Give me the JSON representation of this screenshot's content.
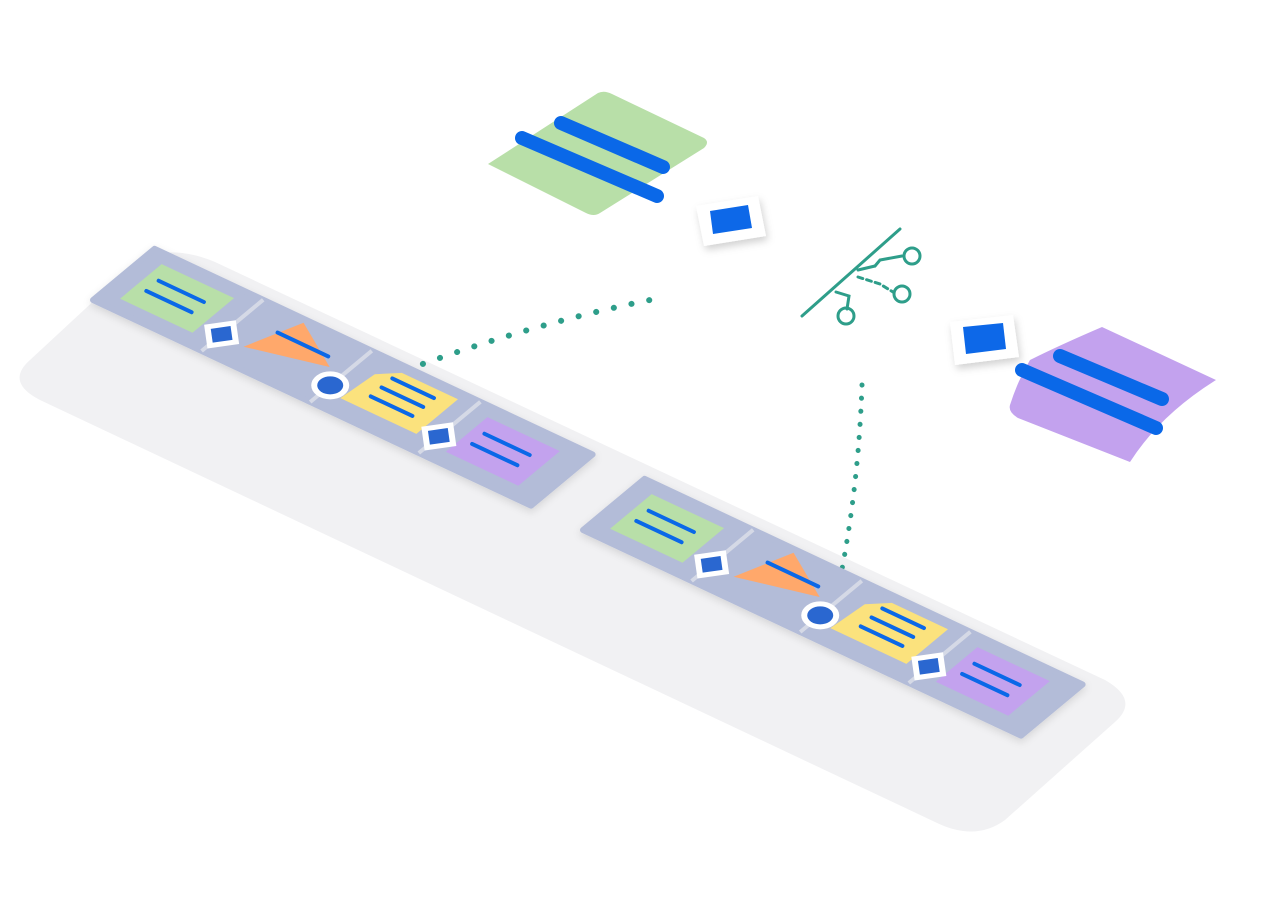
{
  "colors": {
    "background": "#ffffff",
    "platform": "#f1f1f3",
    "tray": "#b3bcd8",
    "tray_divider": "#d5d9e6",
    "accent_blue": "#0a68e8",
    "marker_blue": "#2a67d0",
    "connector": "#2e9e8a",
    "card_green": "#b8dfa8",
    "card_orange": "#ffa86b",
    "card_yellow": "#fbe27d",
    "card_purple": "#c3a2ee"
  },
  "icons": {
    "pipeline_tray": "pipeline-tray",
    "green_card": "sticky-note-green-icon",
    "purple_card": "sticky-note-purple-icon",
    "square_marker": "square-marker-icon",
    "circle_marker": "circle-marker-icon",
    "branch": "git-branch-icon"
  },
  "pipelines": [
    {
      "id": "left",
      "stages": [
        "green-note",
        "orange-triangle",
        "yellow-note",
        "purple-note"
      ],
      "separators": [
        "square",
        "circle",
        "square"
      ]
    },
    {
      "id": "right",
      "stages": [
        "green-note",
        "orange-triangle",
        "yellow-note",
        "purple-note"
      ],
      "separators": [
        "square",
        "circle",
        "square"
      ]
    }
  ],
  "floating": {
    "left_card": "green-note",
    "right_card": "purple-note",
    "center": "git-branch"
  }
}
